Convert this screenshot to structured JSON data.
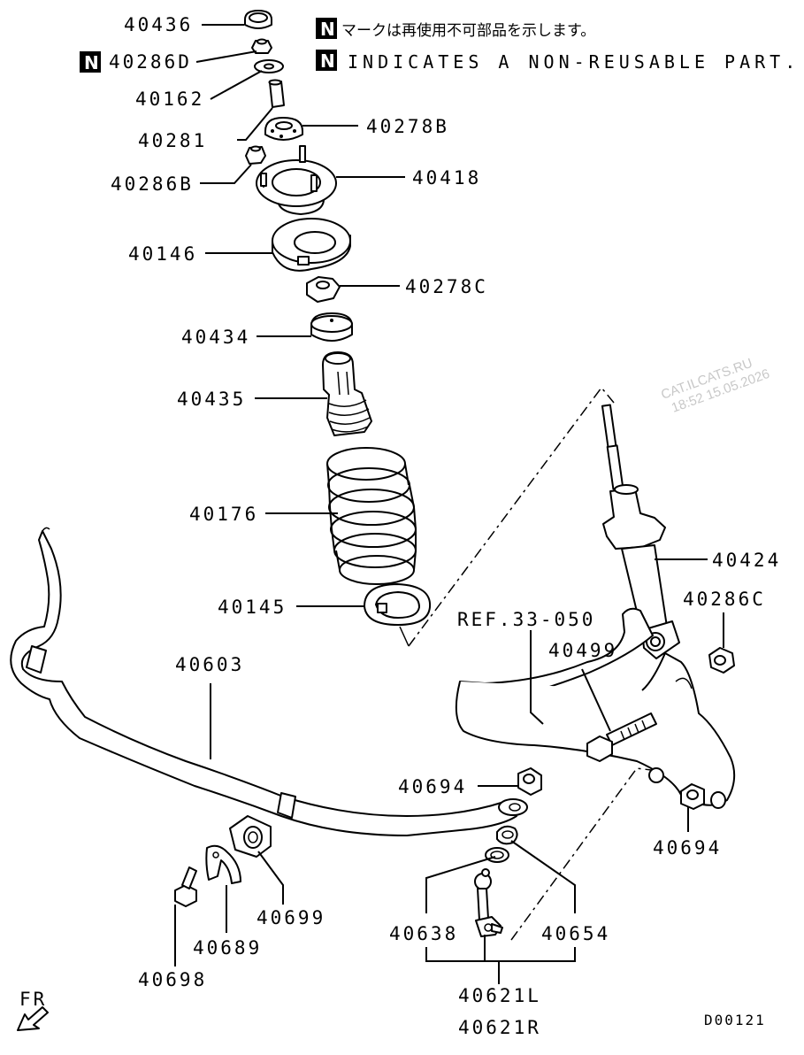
{
  "notes": {
    "badge": "N",
    "japanese": "マークは再使用不可部品を示します。",
    "english": "INDICATES A NON-REUSABLE PART."
  },
  "watermark": {
    "line1": "CAT.ILCATS.RU",
    "line2": "18:52 15.05.2026"
  },
  "drawing_code": "D00121",
  "direction_label": "FR",
  "reference": "REF.33-050",
  "parts": {
    "p40436": "40436",
    "p40286D": "40286D",
    "p40162": "40162",
    "p40281": "40281",
    "p40278B": "40278B",
    "p40286B": "40286B",
    "p40418": "40418",
    "p40146": "40146",
    "p40278C": "40278C",
    "p40434": "40434",
    "p40435": "40435",
    "p40176": "40176",
    "p40145": "40145",
    "p40424": "40424",
    "p40286C": "40286C",
    "p40499": "40499",
    "p40603": "40603",
    "p40694a": "40694",
    "p40694b": "40694",
    "p40699": "40699",
    "p40689": "40689",
    "p40698": "40698",
    "p40638": "40638",
    "p40654": "40654",
    "p40621L": "40621L",
    "p40621R": "40621R"
  },
  "non_reusable": [
    "40286D"
  ]
}
